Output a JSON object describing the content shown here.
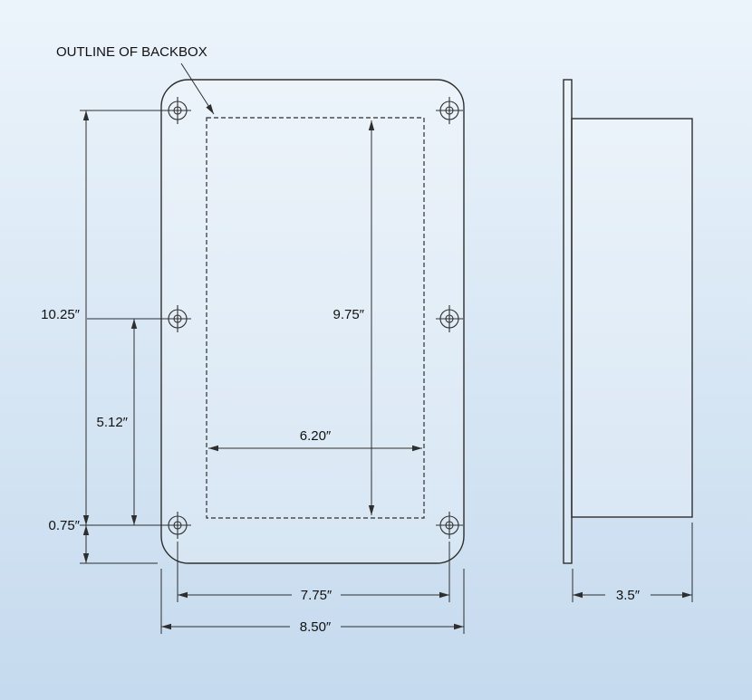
{
  "colors": {
    "line": "#2e2e2e",
    "text": "#111111",
    "bg_top": "#ecf4fb",
    "bg_bottom": "#c5daee"
  },
  "callout": {
    "label": "OUTLINE OF BACKBOX"
  },
  "front_view": {
    "dims": {
      "outer_height": "10.25″",
      "mid_height": "5.12″",
      "edge_offset": "0.75″",
      "backbox_height": "9.75″",
      "backbox_width": "6.20″",
      "hole_spacing_width": "7.75″",
      "plate_width": "8.50″"
    }
  },
  "side_view": {
    "dims": {
      "depth": "3.5″"
    }
  }
}
